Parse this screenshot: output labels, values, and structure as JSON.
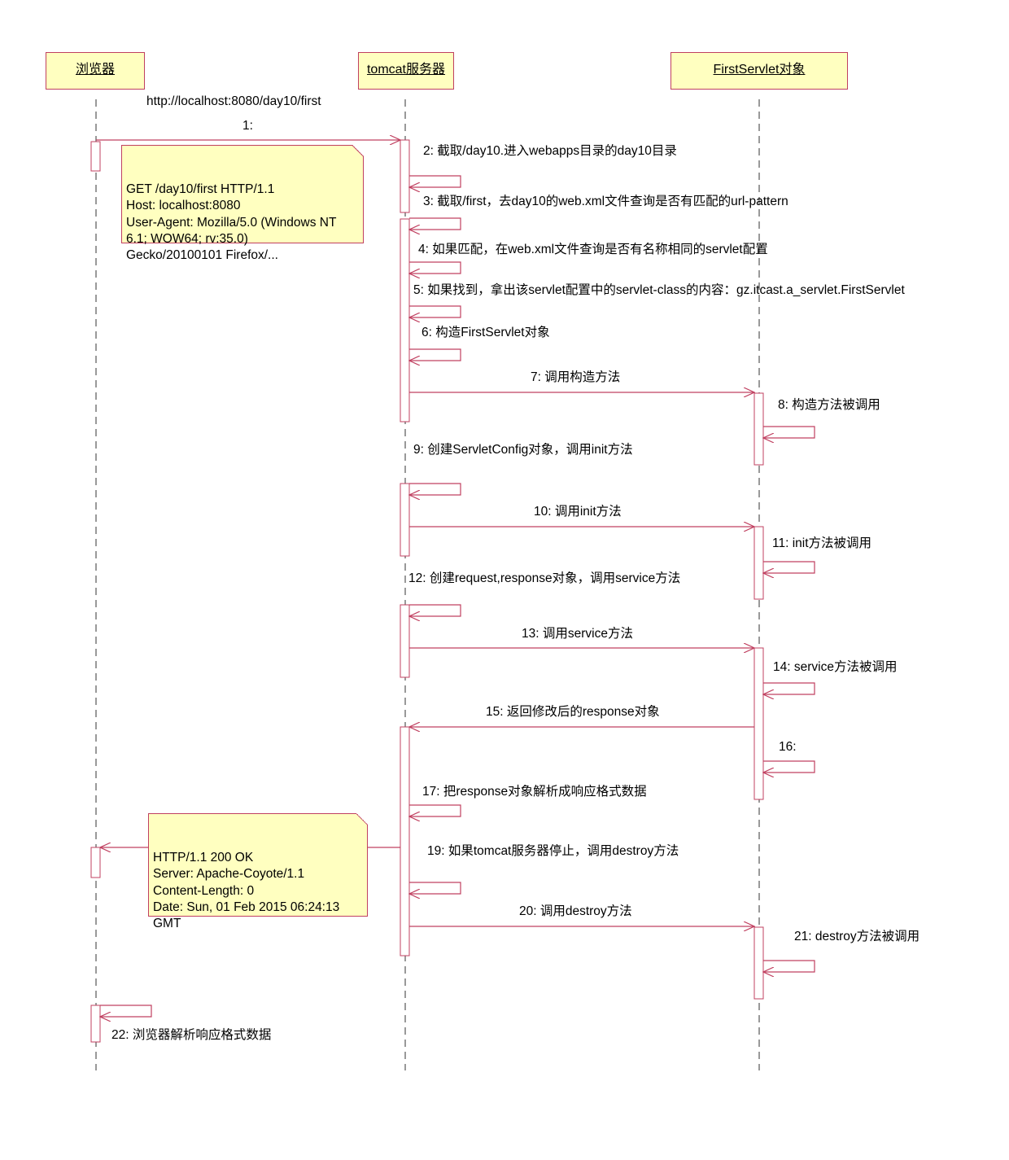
{
  "lifelines": [
    {
      "id": "browser",
      "label": "浏览器"
    },
    {
      "id": "tomcat",
      "label": "tomcat服务器"
    },
    {
      "id": "servlet",
      "label": "FirstServlet对象"
    }
  ],
  "url_label": "http://localhost:8080/day10/first",
  "notes": {
    "request": "GET /day10/first HTTP/1.1\nHost: localhost:8080\nUser-Agent: Mozilla/5.0 (Windows NT 6.1; WOW64; rv:35.0)\nGecko/20100101 Firefox/...",
    "response": "HTTP/1.1 200 OK\nServer: Apache-Coyote/1.1\nContent-Length: 0\nDate: Sun, 01 Feb 2015 06:24:13\nGMT"
  },
  "messages": [
    {
      "n": "1",
      "text": "1:"
    },
    {
      "n": "2",
      "text": "2: 截取/day10.进入webapps目录的day10目录"
    },
    {
      "n": "3",
      "text": "3: 截取/first，去day10的web.xml文件查询是否有匹配的url-pattern"
    },
    {
      "n": "4",
      "text": "4: 如果匹配，在web.xml文件查询是否有名称相同的servlet配置"
    },
    {
      "n": "5",
      "text": "5: 如果找到，拿出该servlet配置中的servlet-class的内容：gz.itcast.a_servlet.FirstServlet"
    },
    {
      "n": "6",
      "text": "6: 构造FirstServlet对象"
    },
    {
      "n": "7",
      "text": "7: 调用构造方法"
    },
    {
      "n": "8",
      "text": "8: 构造方法被调用"
    },
    {
      "n": "9",
      "text": "9: 创建ServletConfig对象，调用init方法"
    },
    {
      "n": "10",
      "text": "10: 调用init方法"
    },
    {
      "n": "11",
      "text": "11: init方法被调用"
    },
    {
      "n": "12",
      "text": "12: 创建request,response对象，调用service方法"
    },
    {
      "n": "13",
      "text": "13: 调用service方法"
    },
    {
      "n": "14",
      "text": "14: service方法被调用"
    },
    {
      "n": "15",
      "text": "15: 返回修改后的response对象"
    },
    {
      "n": "16",
      "text": "16:"
    },
    {
      "n": "17",
      "text": "17: 把response对象解析成响应格式数据"
    },
    {
      "n": "19",
      "text": "19: 如果tomcat服务器停止，调用destroy方法"
    },
    {
      "n": "20",
      "text": "20: 调用destroy方法"
    },
    {
      "n": "21",
      "text": "21: destroy方法被调用"
    },
    {
      "n": "22",
      "text": "22: 浏览器解析响应格式数据"
    }
  ],
  "colors": {
    "line": "#c04060",
    "box": "#ffffc0",
    "text": "#000000"
  }
}
